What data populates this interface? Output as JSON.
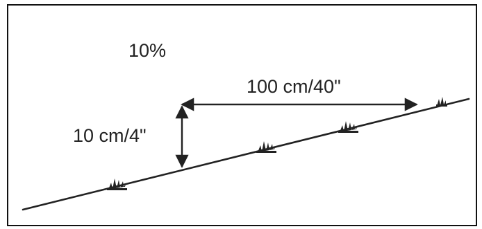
{
  "diagram": {
    "grade_label": "10%",
    "run_label": "100 cm/40\"",
    "rise_label": "10 cm/4\"",
    "line_color": "#222222",
    "icons": [
      "grass-tuft-icon",
      "double-arrow-icon"
    ]
  }
}
